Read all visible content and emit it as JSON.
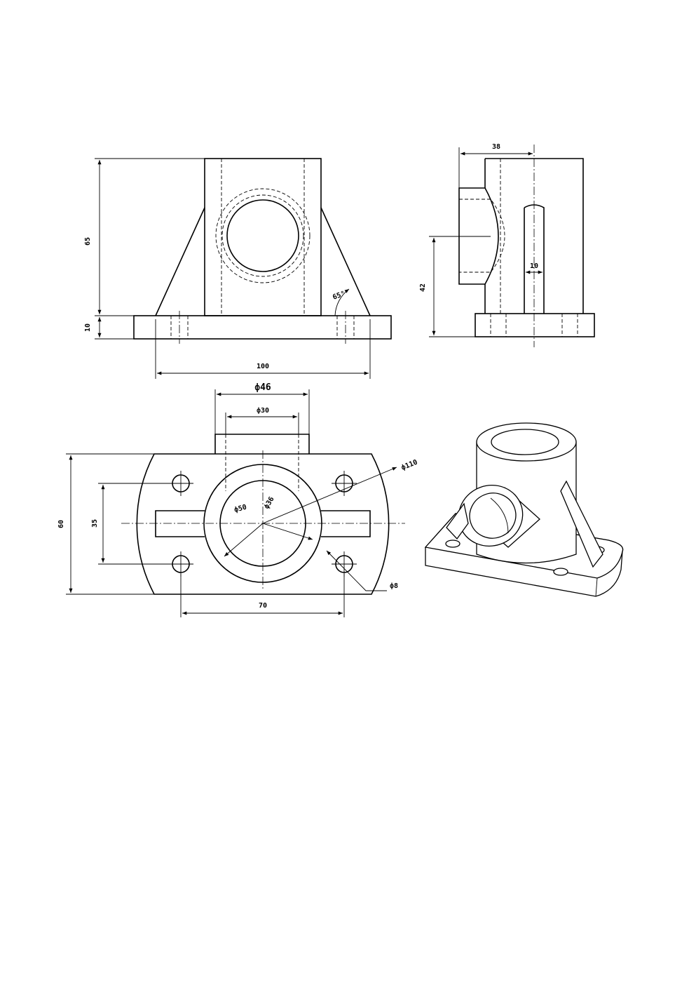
{
  "drawing": {
    "front_view": {
      "dim_height": "65",
      "dim_base_thickness": "10",
      "dim_base_width": "100",
      "dim_rib_angle": "65°"
    },
    "side_view": {
      "dim_offset": "38",
      "dim_axis_height": "42",
      "dim_slot_width": "10"
    },
    "top_view": {
      "dim_outer_boss": "ф46",
      "dim_boss_inner": "ф30",
      "dim_arc_radius": "ф110",
      "dim_ring_outer": "ф50",
      "dim_ring_inner": "ф36",
      "dim_hole": "ф8",
      "dim_depth": "60",
      "dim_hole_spacing_y": "35",
      "dim_hole_spacing_x": "70"
    },
    "isometric_view": {
      "caption": ""
    }
  }
}
